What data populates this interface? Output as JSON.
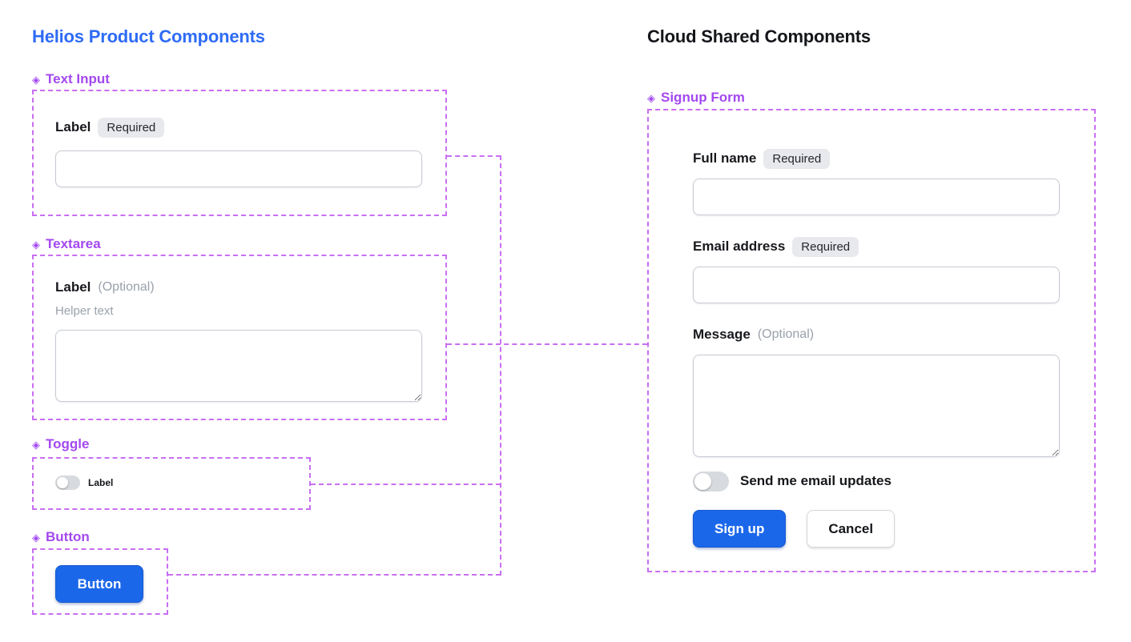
{
  "left_panel": {
    "title": "Helios Product Components",
    "text_input": {
      "section_label": "Text Input",
      "field_label": "Label",
      "required_badge": "Required",
      "input_value": ""
    },
    "textarea": {
      "section_label": "Textarea",
      "field_label": "Label",
      "optional_label": "(Optional)",
      "helper_text": "Helper text",
      "textarea_value": ""
    },
    "toggle": {
      "section_label": "Toggle",
      "toggle_label": "Label",
      "state": "off"
    },
    "button": {
      "section_label": "Button",
      "button_label": "Button"
    }
  },
  "right_panel": {
    "title": "Cloud Shared Components",
    "signup_form": {
      "section_label": "Signup Form",
      "full_name_label": "Full name",
      "full_name_badge": "Required",
      "full_name_value": "",
      "email_label": "Email address",
      "email_badge": "Required",
      "email_value": "",
      "message_label": "Message",
      "message_optional": "(Optional)",
      "message_value": "",
      "updates_toggle_label": "Send me email updates",
      "updates_toggle_state": "off",
      "signup_button_label": "Sign up",
      "cancel_button_label": "Cancel"
    }
  },
  "icons": {
    "diamond": "◈"
  },
  "colors": {
    "heading_blue": "#2e6bf6",
    "heading_dark": "#14161a",
    "purple_label": "#a348ef",
    "purple_dashed": "#c96ef2",
    "button_blue": "#1b67ea",
    "badge_bg": "#e8e9ec",
    "input_border": "#c6cbd3",
    "muted_text": "#9aa1ab",
    "toggle_off_bg": "#d7dade"
  }
}
